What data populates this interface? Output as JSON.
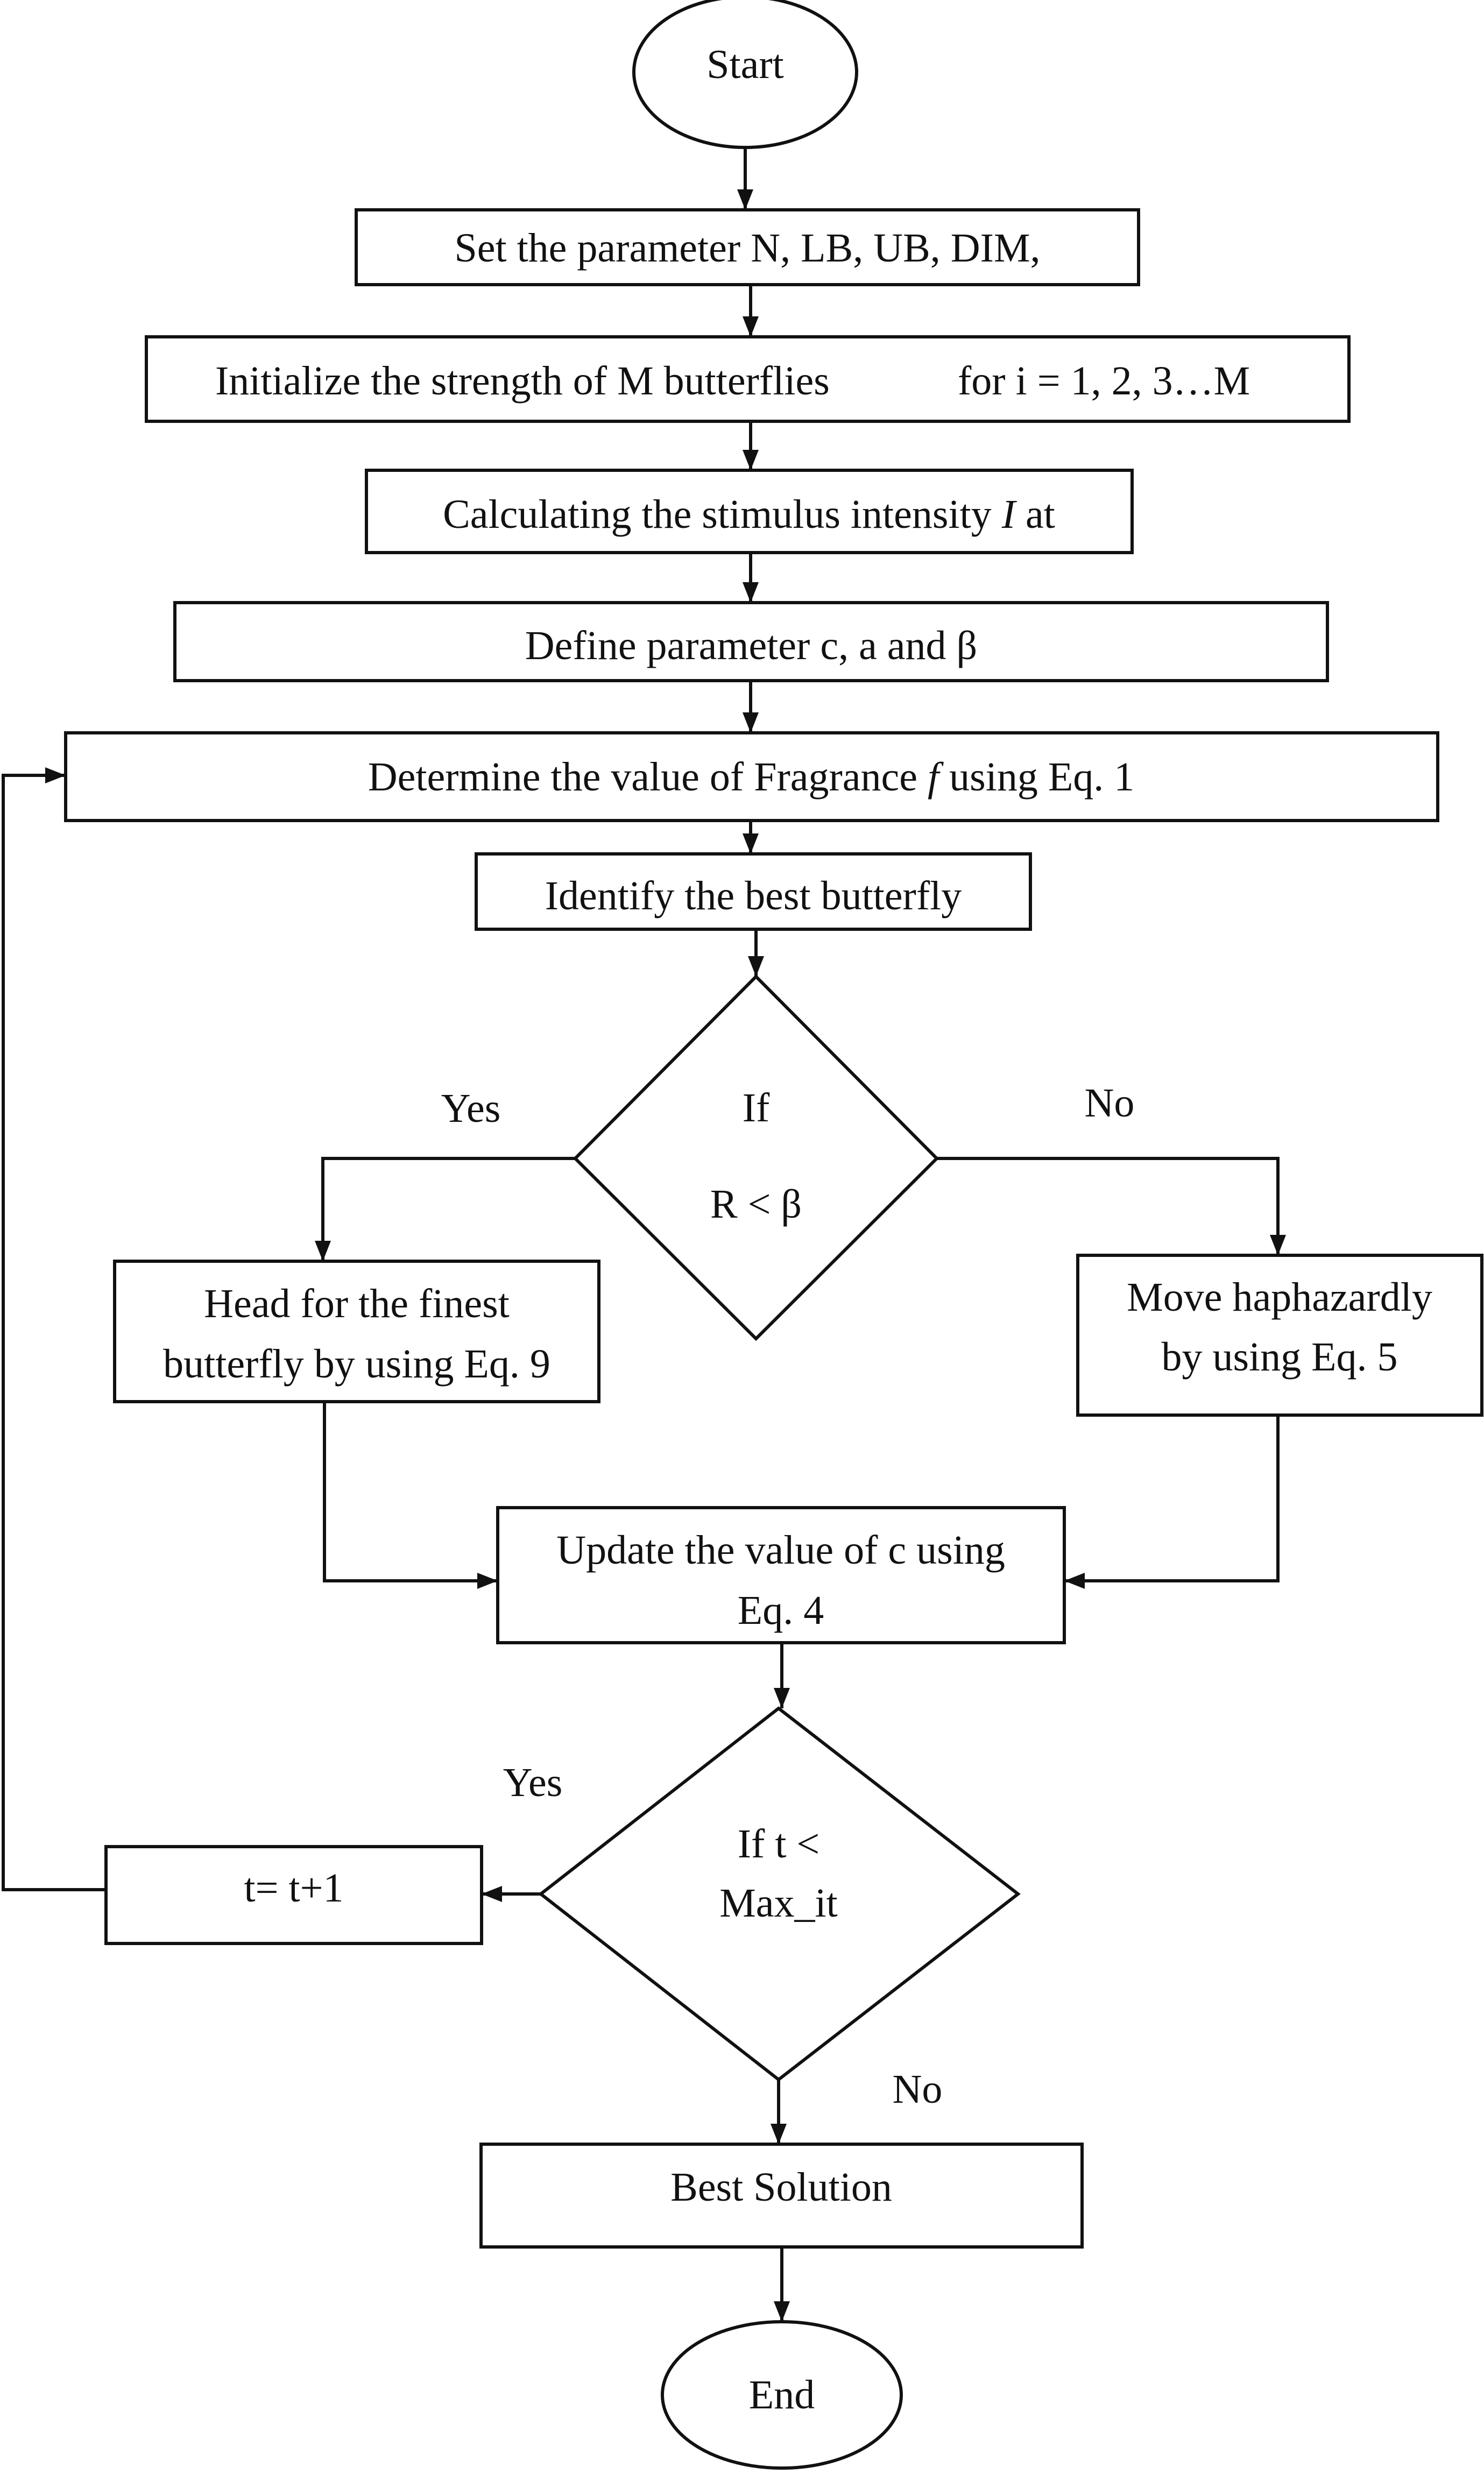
{
  "flowchart": {
    "start": "Start",
    "set_params": "Set the parameter N, LB, UB, DIM,",
    "initialize": {
      "left": "Initialize the strength of M butterflies",
      "right": "for i = 1, 2, 3…M"
    },
    "calc_stimulus": {
      "before": "Calculating the stimulus intensity ",
      "italic": "I",
      "after": " at"
    },
    "define_params": "Define parameter c, a and β",
    "fragrance": {
      "before": "Determine the value of Fragrance ",
      "italic": "f",
      "after": " using Eq. 1"
    },
    "identify_best": "Identify the best butterfly",
    "decision1": {
      "line1": "If",
      "line2": "R < β"
    },
    "decision1_yes": "Yes",
    "decision1_no": "No",
    "head_finest": {
      "line1": "Head for the finest",
      "line2": "butterfly by using Eq. 9"
    },
    "move_random": {
      "line1": "Move haphazardly",
      "line2": "by using Eq. 5"
    },
    "update_c": {
      "line1": "Update the value of c using",
      "line2": "Eq. 4"
    },
    "decision2": {
      "line1": "If t <",
      "line2": "Max_it"
    },
    "decision2_yes": "Yes",
    "decision2_no": "No",
    "increment": "t= t+1",
    "best_solution": "Best Solution",
    "end": "End"
  }
}
